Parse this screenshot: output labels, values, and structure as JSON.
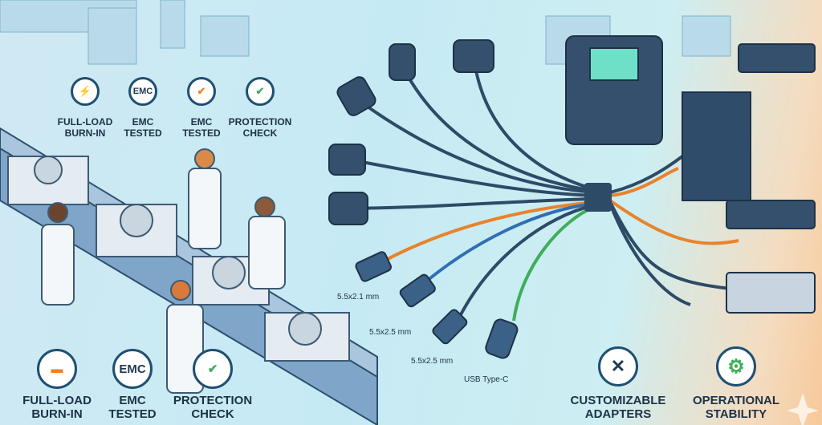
{
  "top_badges": [
    {
      "icon": "lightning-icon",
      "line1": "FULL-LOAD",
      "line2": "BURN-IN"
    },
    {
      "icon": "emc-icon",
      "text": "EMC",
      "line1": "EMC",
      "line2": "TESTED"
    },
    {
      "icon": "orange-shield-check-icon",
      "line1": "EMC",
      "line2": "TESTED"
    },
    {
      "icon": "green-shield-check-icon",
      "line1": "PROTECTION",
      "line2": "CHECK"
    }
  ],
  "bottom_left_badges": [
    {
      "icon": "heater-icon",
      "line1": "FULL-LOAD",
      "line2": "BURN-IN"
    },
    {
      "icon": "emc-icon",
      "text": "EMC",
      "line1": "EMC",
      "line2": "TESTED"
    },
    {
      "icon": "green-shield-check-icon",
      "line1": "PROTECTION",
      "line2": "CHECK"
    }
  ],
  "bottom_right_badges": [
    {
      "icon": "tools-icon",
      "line1": "CUSTOMIZABLE",
      "line2": "ADAPTERS"
    },
    {
      "icon": "gear-icon",
      "line1": "OPERATIONAL",
      "line2": "STABILITY"
    }
  ],
  "connectors": [
    "5.5x2.1 mm",
    "5.5x2.5 mm",
    "5.5x2.5 mm",
    "USB Type-C"
  ],
  "colors": {
    "navy": "#1f4f72",
    "orange": "#e8832c",
    "green": "#3fae5a",
    "blue": "#2f6fb4"
  }
}
